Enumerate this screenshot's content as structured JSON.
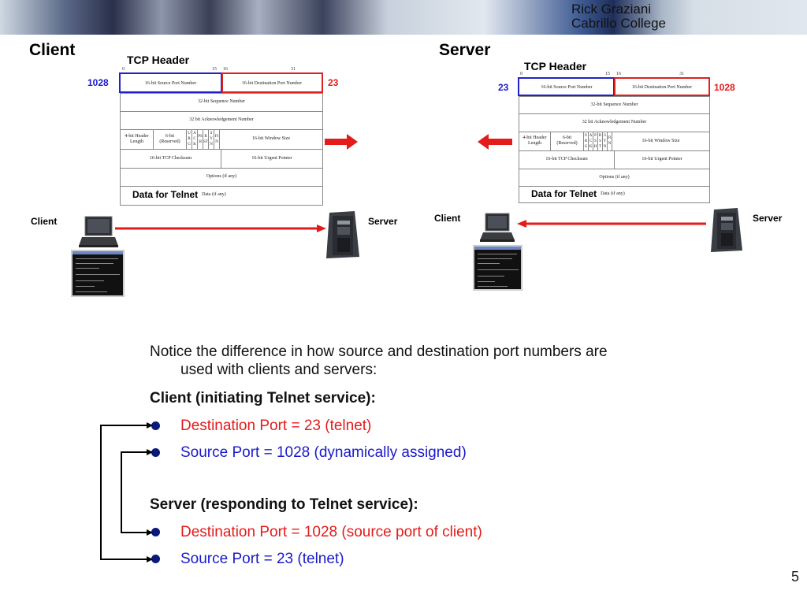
{
  "banner": {
    "line1": "Rick Graziani",
    "line2": "Cabrillo College"
  },
  "panels": [
    {
      "title": "Client",
      "tcp_title": "TCP Header",
      "bit_marks": [
        "0",
        "15",
        "16",
        "31"
      ],
      "left_port": "1028",
      "right_port": "23",
      "left_port_color": "#1a1acc",
      "right_port_color": "#e41b1b",
      "arrow_direction": "right",
      "fields": {
        "source_port": "16-bit Source Port Number",
        "dest_port": "16-bit Destination Port Number",
        "sequence": "32-bit Sequence Number",
        "ack": "32 bit Acknowledgement Number",
        "header_length": "4-bit Header Length",
        "reserved": "6-bit (Reserved)",
        "flags": [
          "URG",
          "ACK",
          "PSH",
          "RST",
          "SYN",
          "FIN"
        ],
        "window": "16-bit Window Size",
        "checksum": "16-bit TCP Checksum",
        "urgent": "16-bit Urgent Pointer",
        "options": "Options (if any)",
        "data_big": "Data for Telnet",
        "data_small": "Data (if any)"
      },
      "client_label": "Client",
      "server_label": "Server",
      "flow_direction": "client-to-server"
    },
    {
      "title": "Server",
      "tcp_title": "TCP Header",
      "bit_marks": [
        "0",
        "15",
        "16",
        "31"
      ],
      "left_port": "23",
      "right_port": "1028",
      "left_port_color": "#1a1acc",
      "right_port_color": "#e41b1b",
      "arrow_direction": "left",
      "fields": {
        "source_port": "16-bit Source Port Number",
        "dest_port": "16-bit Destination Port Number",
        "sequence": "32-bit Sequence Number",
        "ack": "32 bit Acknowledgement Number",
        "header_length": "4-bit Header Length",
        "reserved": "6-bit (Reserved)",
        "flags": [
          "URG",
          "ACK",
          "PSH",
          "RST",
          "SYN",
          "FIN"
        ],
        "window": "16-bit Window Size",
        "checksum": "16-bit TCP Checksum",
        "urgent": "16-bit Urgent Pointer",
        "options": "Options (if any)",
        "data_big": "Data for Telnet",
        "data_small": "Data (if any)"
      },
      "client_label": "Client",
      "server_label": "Server",
      "flow_direction": "server-to-client"
    }
  ],
  "notes": {
    "intro_line1": "Notice the difference in how source and destination port numbers are",
    "intro_line2": "used with clients and servers:",
    "client_heading": "Client (initiating Telnet service):",
    "client_bullets": [
      {
        "text": "Destination Port = 23 (telnet)",
        "color": "#e41b1b"
      },
      {
        "text": "Source Port = 1028 (dynamically assigned)",
        "color": "#1a1acc"
      }
    ],
    "server_heading": "Server (responding to Telnet service):",
    "server_bullets": [
      {
        "text": "Destination Port = 1028 (source port of client)",
        "color": "#e41b1b"
      },
      {
        "text": "Source Port = 23 (telnet)",
        "color": "#1a1acc"
      }
    ]
  },
  "page_number": "5"
}
